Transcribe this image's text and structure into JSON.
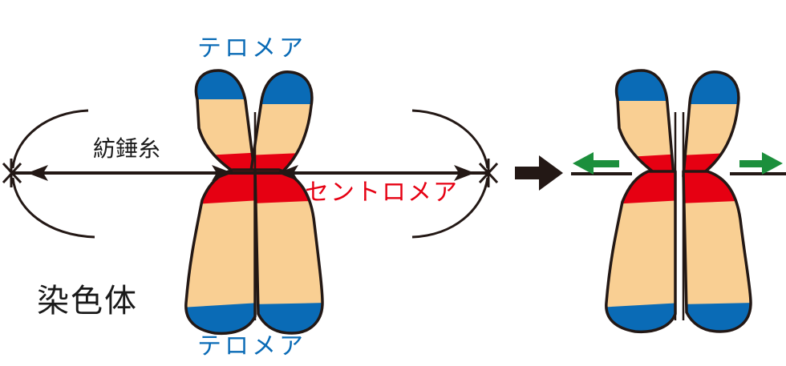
{
  "labels": {
    "telomere_top": "テロメア",
    "telomere_bottom": "テロメア",
    "spindle": "紡錘糸",
    "centromere": "セントロメア",
    "chromosome": "染色体"
  },
  "colors": {
    "arm": "#f9cf93",
    "telomere": "#0a6bb6",
    "centromere": "#e60012",
    "outline": "#231815",
    "arrow_motion": "#1c8f3c",
    "arrow_transition": "#231815"
  }
}
